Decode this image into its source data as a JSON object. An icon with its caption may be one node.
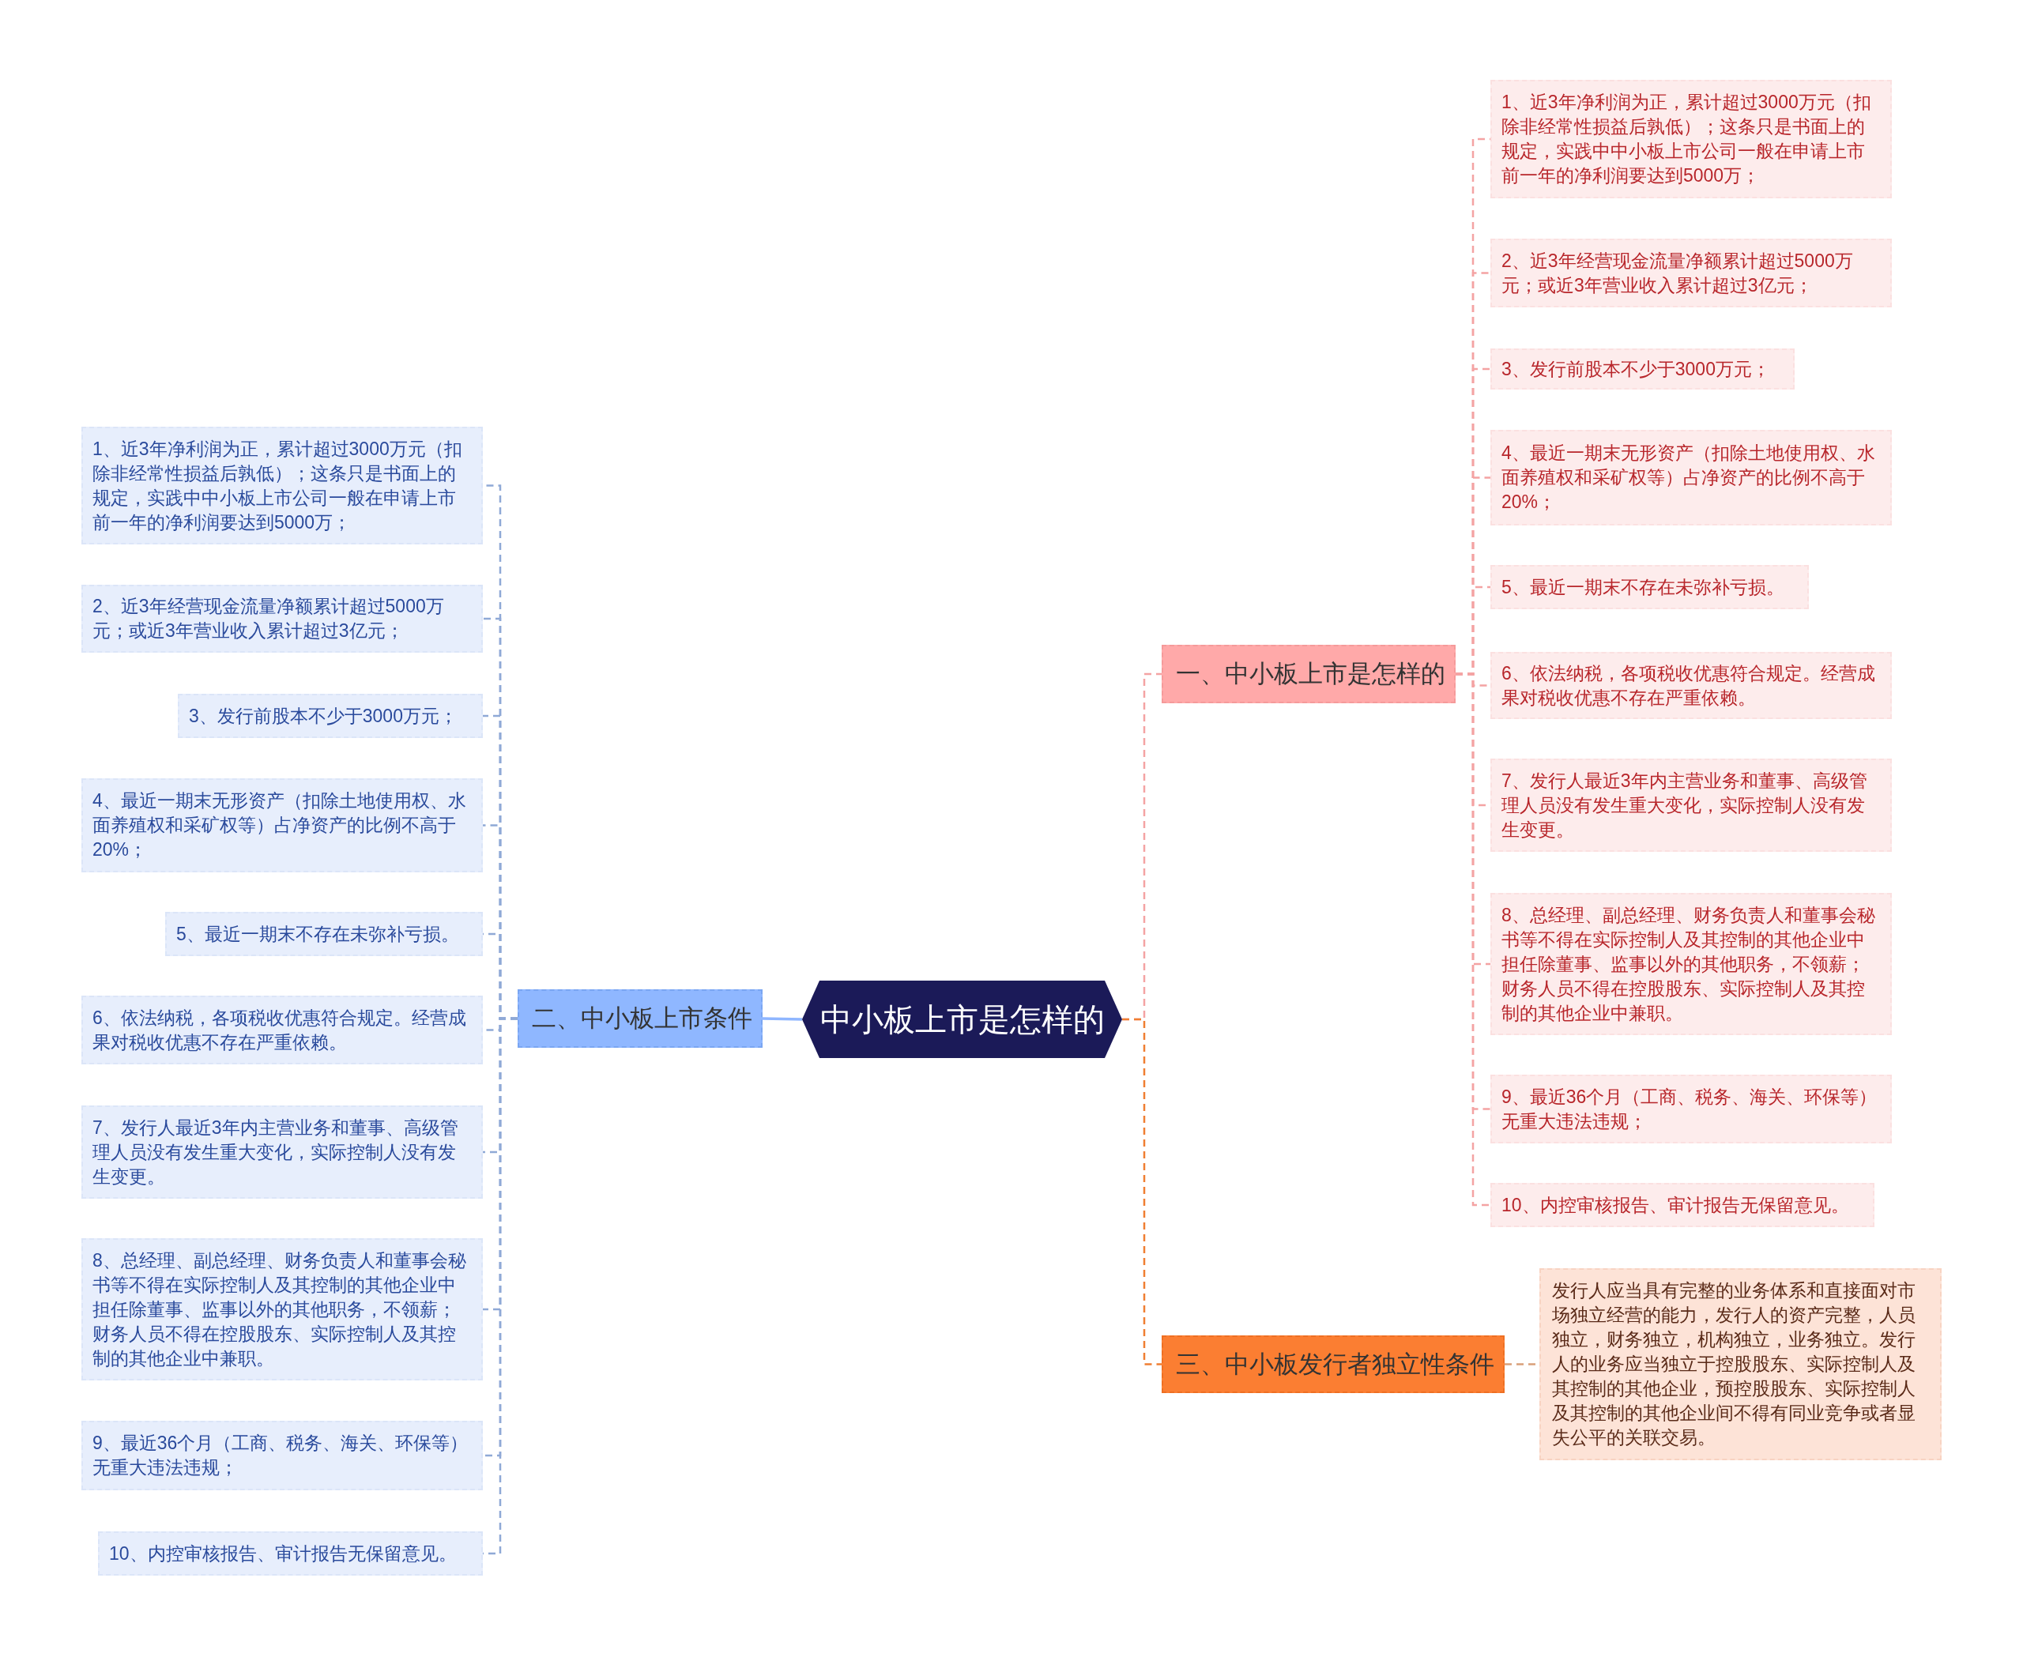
{
  "diagram": {
    "nodes": [
      {
        "text": [
          "中小板上市是怎样的"
        ]
      },
      {
        "text": [
          "一、中小板上市是怎样的"
        ]
      },
      {
        "text": [
          "1、近3年净利润为正，累计超过3000万元（扣除非经常性损益后孰低）；这条只是书面上的规定，实践中中小板上市公司一般在申请上市前一年的净利润要达到5000万；"
        ]
      },
      {
        "text": [
          "2、近3年经营现金流量净额累计超过5000万元；或近3年营业收入累计超过3亿元；"
        ]
      },
      {
        "text": [
          "3、发行前股本不少于3000万元；"
        ]
      },
      {
        "text": [
          "4、最近一期末无形资产（扣除土地使用权、水面养殖权和采矿权等）占净资产的比例不高于20%；"
        ]
      },
      {
        "text": [
          "5、最近一期末不存在未弥补亏损。"
        ]
      },
      {
        "text": [
          "6、依法纳税，各项税收优惠符合规定。经营成果对税收优惠不存在严重依赖。"
        ]
      },
      {
        "text": [
          "7、发行人最近3年内主营业务和董事、高级管理人员没有发生重大变化，实际控制人没有发生变更。"
        ]
      },
      {
        "text": [
          "8、总经理、副总经理、财务负责人和董事会秘书等不得在实际控制人及其控制的其他企业中担任除董事、监事以外的其他职务，不领薪；财务人员不得在控股股东、实际控制人及其控制的其他企业中兼职。"
        ]
      },
      {
        "text": [
          "9、最近36个月（工商、税务、海关、环保等）无重大违法违规；"
        ]
      },
      {
        "text": [
          "10、内控审核报告、审计报告无保留意见。"
        ]
      },
      {
        "text": [
          "二、中小板上市条件"
        ]
      },
      {
        "text": [
          "1、近3年净利润为正，累计超过3000万元（扣除非经常性损益后孰低）；这条只是书面上的规定，实践中中小板上市公司一般在申请上市前一年的净利润要达到5000万；"
        ]
      },
      {
        "text": [
          "2、近3年经营现金流量净额累计超过5000万元；或近3年营业收入累计超过3亿元；"
        ]
      },
      {
        "text": [
          "3、发行前股本不少于3000万元；"
        ]
      },
      {
        "text": [
          "4、最近一期末无形资产（扣除土地使用权、水面养殖权和采矿权等）占净资产的比例不高于20%；"
        ]
      },
      {
        "text": [
          "5、最近一期末不存在未弥补亏损。"
        ]
      },
      {
        "text": [
          "6、依法纳税，各项税收优惠符合规定。经营成果对税收优惠不存在严重依赖。"
        ]
      },
      {
        "text": [
          "7、发行人最近3年内主营业务和董事、高级管理人员没有发生重大变化，实际控制人没有发生变更。"
        ]
      },
      {
        "text": [
          "8、总经理、副总经理、财务负责人和董事会秘书等不得在实际控制人及其控制的其他企业中担任除董事、监事以外的其他职务，不领薪；财务人员不得在控股股东、实际控制人及其控制的其他企业中兼职。"
        ]
      },
      {
        "text": [
          "9、最近36个月（工商、税务、海关、环保等）无重大违法违规；"
        ]
      },
      {
        "text": [
          "10、内控审核报告、审计报告无保留意见。"
        ]
      },
      {
        "text": [
          "三、中小板发行者独立性条件"
        ]
      },
      {
        "text": [
          "发行人应当具有完整的业务体系和直接面对市场独立经营的能力，发行人的资产完整，人员独立，财务独立，机构独立，业务独立。发行人的业务应当独立于控股股东、实际控制人及其控制的其他企业，预控股股东、实际控制人及其控制的其他企业间不得有同业竞争或者显失公平的关联交易。"
        ]
      }
    ],
    "edges": [
      {
        "from": 0,
        "to": 1,
        "arrow": "none",
        "style": "dashed",
        "color": "#f4a3a3"
      },
      {
        "from": 1,
        "to": 2,
        "arrow": "none",
        "style": "dashed",
        "color": "#f4a3a3"
      },
      {
        "from": 1,
        "to": 3,
        "arrow": "none",
        "style": "dashed",
        "color": "#f4a3a3"
      },
      {
        "from": 1,
        "to": 4,
        "arrow": "none",
        "style": "dashed",
        "color": "#f4a3a3"
      },
      {
        "from": 1,
        "to": 5,
        "arrow": "none",
        "style": "dashed",
        "color": "#f4a3a3"
      },
      {
        "from": 1,
        "to": 6,
        "arrow": "none",
        "style": "dashed",
        "color": "#f4a3a3"
      },
      {
        "from": 1,
        "to": 7,
        "arrow": "none",
        "style": "dashed",
        "color": "#f4a3a3"
      },
      {
        "from": 1,
        "to": 8,
        "arrow": "none",
        "style": "dashed",
        "color": "#f4a3a3"
      },
      {
        "from": 1,
        "to": 9,
        "arrow": "none",
        "style": "dashed",
        "color": "#f4a3a3"
      },
      {
        "from": 1,
        "to": 10,
        "arrow": "none",
        "style": "dashed",
        "color": "#f4a3a3"
      },
      {
        "from": 1,
        "to": 11,
        "arrow": "none",
        "style": "dashed",
        "color": "#f4a3a3"
      },
      {
        "from": 0,
        "to": 12,
        "arrow": "none",
        "color": "#8fb6ff"
      },
      {
        "from": 12,
        "to": 13,
        "arrow": "none",
        "style": "dashed",
        "color": "#8fa9d6"
      },
      {
        "from": 12,
        "to": 14,
        "arrow": "none",
        "style": "dashed",
        "color": "#8fa9d6"
      },
      {
        "from": 12,
        "to": 15,
        "arrow": "none",
        "style": "dashed",
        "color": "#8fa9d6"
      },
      {
        "from": 12,
        "to": 16,
        "arrow": "none",
        "style": "dashed",
        "color": "#8fa9d6"
      },
      {
        "from": 12,
        "to": 17,
        "arrow": "none",
        "style": "dashed",
        "color": "#8fa9d6"
      },
      {
        "from": 12,
        "to": 18,
        "arrow": "none",
        "style": "dashed",
        "color": "#8fa9d6"
      },
      {
        "from": 12,
        "to": 19,
        "arrow": "none",
        "style": "dashed",
        "color": "#8fa9d6"
      },
      {
        "from": 12,
        "to": 20,
        "arrow": "none",
        "style": "dashed",
        "color": "#8fa9d6"
      },
      {
        "from": 12,
        "to": 21,
        "arrow": "none",
        "style": "dashed",
        "color": "#8fa9d6"
      },
      {
        "from": 12,
        "to": 22,
        "arrow": "none",
        "style": "dashed",
        "color": "#8fa9d6"
      },
      {
        "from": 0,
        "to": 23,
        "arrow": "none",
        "style": "dashed",
        "color": "#f07e32"
      },
      {
        "from": 23,
        "to": 24,
        "arrow": "none",
        "style": "dashed",
        "color": "#d9a07a"
      }
    ]
  }
}
